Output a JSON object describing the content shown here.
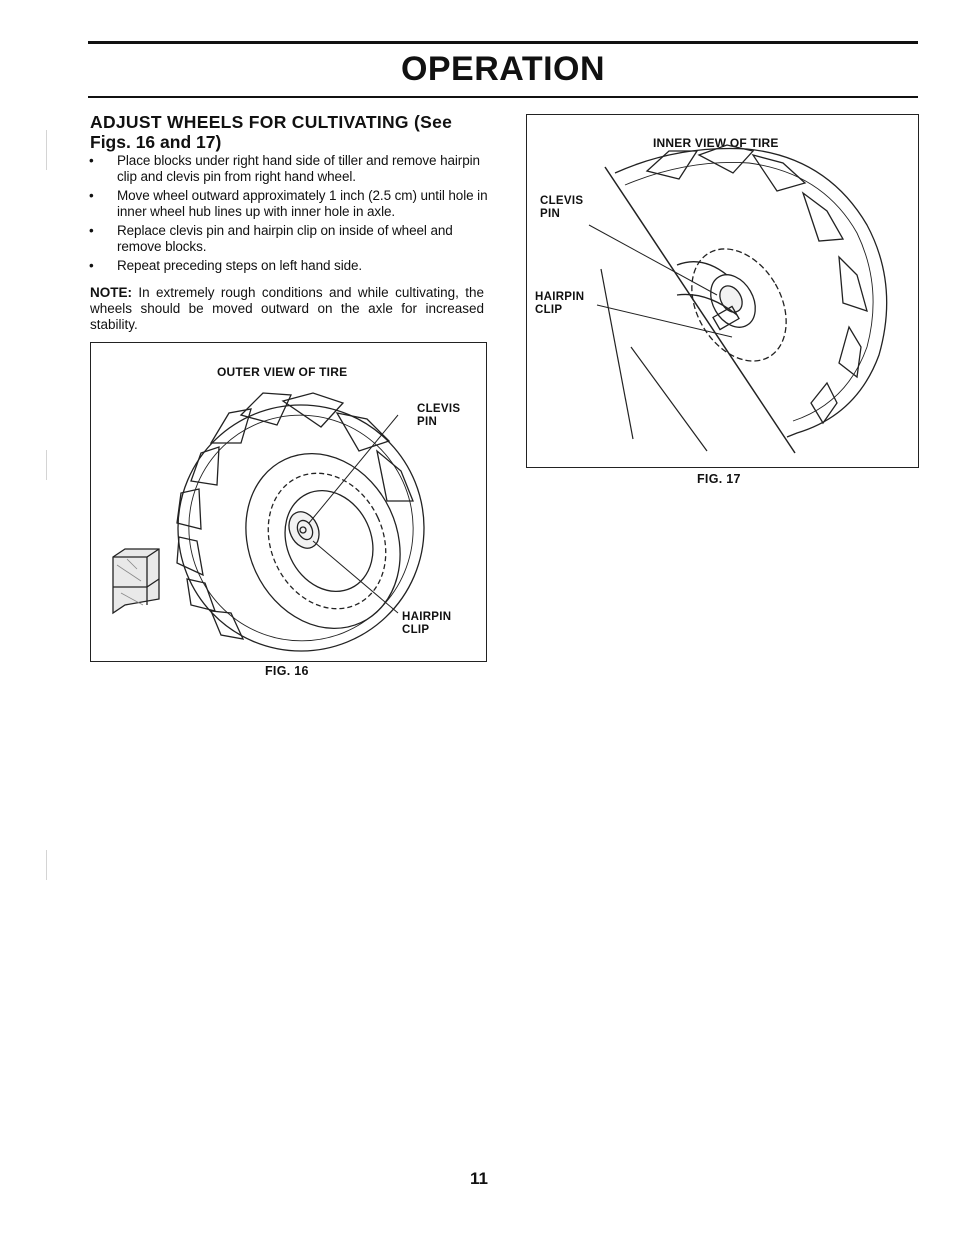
{
  "page": {
    "title": "OPERATION",
    "page_number": "11"
  },
  "section": {
    "heading_line1": "ADJUST WHEELS FOR CULTIVATING (See",
    "heading_line2": "Figs. 16 and 17)",
    "bullet_symbol": "•",
    "bullets": [
      "Place blocks under right hand side of tiller and remove hairpin clip and clevis pin from right hand wheel.",
      "Move wheel outward approximately 1 inch (2.5 cm) until hole in inner wheel hub lines up with inner hole in axle.",
      "Replace clevis pin and hairpin clip on inside of wheel and remove blocks.",
      "Repeat preceding steps on left hand side."
    ],
    "note_label": "NOTE:",
    "note_text": " In extremely rough conditions and while cultivating, the wheels should be moved outward on the axle for increased stability."
  },
  "fig16": {
    "title": "OUTER VIEW OF TIRE",
    "label_clevis_1": "CLEVIS",
    "label_clevis_2": "PIN",
    "label_hairpin_1": "HAIRPIN",
    "label_hairpin_2": "CLIP",
    "caption": "FIG. 16"
  },
  "fig17": {
    "title": "INNER VIEW OF TIRE",
    "label_clevis_1": "CLEVIS",
    "label_clevis_2": "PIN",
    "label_hairpin_1": "HAIRPIN",
    "label_hairpin_2": "CLIP",
    "caption": "FIG. 17"
  }
}
